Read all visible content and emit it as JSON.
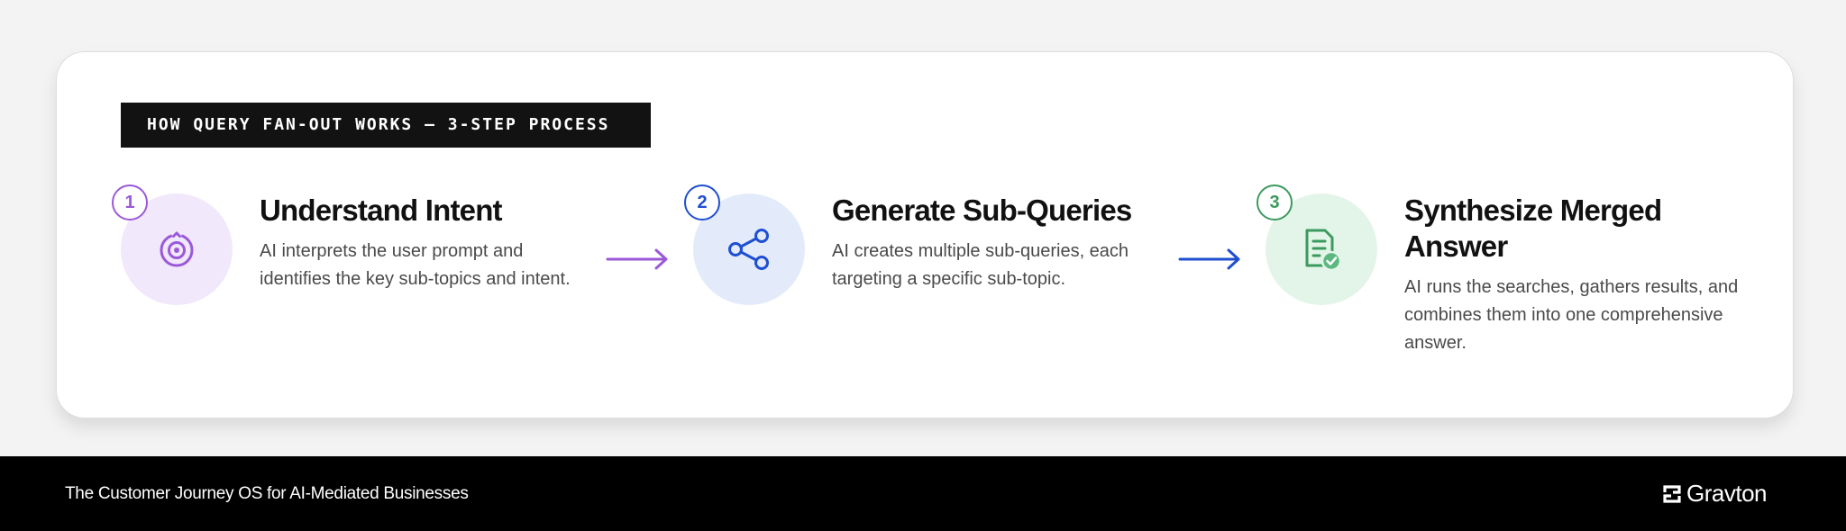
{
  "header": {
    "tag": "HOW QUERY FAN-OUT WORKS — 3-STEP PROCESS"
  },
  "steps": [
    {
      "number": "1",
      "title": "Understand Intent",
      "description": "AI interprets the user prompt and identifies the key sub-topics and intent.",
      "icon": "target-icon",
      "color": "#9b59d9"
    },
    {
      "number": "2",
      "title": "Generate Sub-Queries",
      "description": "AI creates multiple sub-queries, each targeting a specific sub-topic.",
      "icon": "share-icon",
      "color": "#1f4fd1"
    },
    {
      "number": "3",
      "title": "Synthesize Merged Answer",
      "description": "AI runs the searches, gathers results, and combines them into one comprehensive answer.",
      "icon": "document-check-icon",
      "color": "#3c9a5e"
    }
  ],
  "footer": {
    "tagline": "The Customer Journey OS for AI-Mediated Businesses",
    "brand": "Gravton"
  }
}
